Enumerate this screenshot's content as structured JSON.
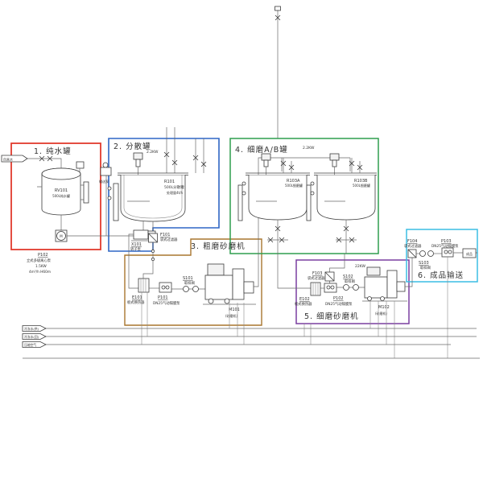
{
  "colors": {
    "box1_red": "#e23b2e",
    "box2_blue": "#2f66c5",
    "box3_brown": "#a9762f",
    "box3_label": "#c65a4a",
    "box4_green": "#2f9e4f",
    "box5_purple": "#7a3fa0",
    "box6_cyan": "#3bbde4",
    "line": "#6a6a6a"
  },
  "sections": {
    "pure_water": {
      "title": "1. 纯水罐",
      "inlet_flag": "自来水",
      "tank": {
        "tag": "RV101",
        "spec": "500L纯水罐"
      },
      "transfer_pump_label": "输送泵",
      "pump_motor_letter": "M",
      "pump": {
        "tag": "P102",
        "type": "立式多级离心泵",
        "power": "1.5KW",
        "duty": "4m³/h H60m"
      }
    },
    "dispersion": {
      "title": "2. 分散罐",
      "motor_power": "2.2KW",
      "tank": {
        "tag": "R101",
        "spec": "500L分散罐",
        "capacity": "处理量4t/h"
      },
      "pump": {
        "tag": "X101",
        "type": "转子泵"
      }
    },
    "coarse_mill": {
      "title": "3. 粗磨砂磨机",
      "filter": {
        "tag": "F101",
        "type": "袋式过滤器"
      },
      "cooler": {
        "tag": "E101",
        "type": "板式换热器"
      },
      "pump": {
        "tag": "P101",
        "type": "DN25气动隔膜泵"
      },
      "sampler": {
        "tag": "S101",
        "type": "取样阀"
      },
      "mill": {
        "tag": "M101",
        "note": "(砂磨机)"
      }
    },
    "fine_tanks": {
      "title": "4. 细磨A/B罐",
      "motor_power": "2.2KW",
      "tank_a": {
        "tag": "R103A",
        "spec": "500L细磨罐"
      },
      "tank_b": {
        "tag": "R103B",
        "spec": "500L细磨罐"
      }
    },
    "fine_mill": {
      "title": "5. 细磨砂磨机",
      "motor_power": "22KW",
      "filter": {
        "tag": "F103",
        "type": "袋式过滤器"
      },
      "cooler": {
        "tag": "E102",
        "type": "板式换热器"
      },
      "pump": {
        "tag": "P102",
        "type": "DN25气动隔膜泵"
      },
      "sampler": {
        "tag": "S102",
        "type": "取样阀"
      },
      "mill": {
        "tag": "M102",
        "note": "(砂磨机)"
      }
    },
    "product": {
      "title": "6. 成品输送",
      "filter": {
        "tag": "F104",
        "type": "袋式过滤器"
      },
      "sampler": {
        "tag": "S103",
        "type": "取样阀"
      },
      "pump": {
        "tag": "P103",
        "type": "DN25气动隔膜泵"
      },
      "product_box": "成品"
    }
  },
  "utilities": {
    "flags": [
      "冷冻水(供)",
      "冷冻水(回)",
      "压缩空气"
    ]
  }
}
